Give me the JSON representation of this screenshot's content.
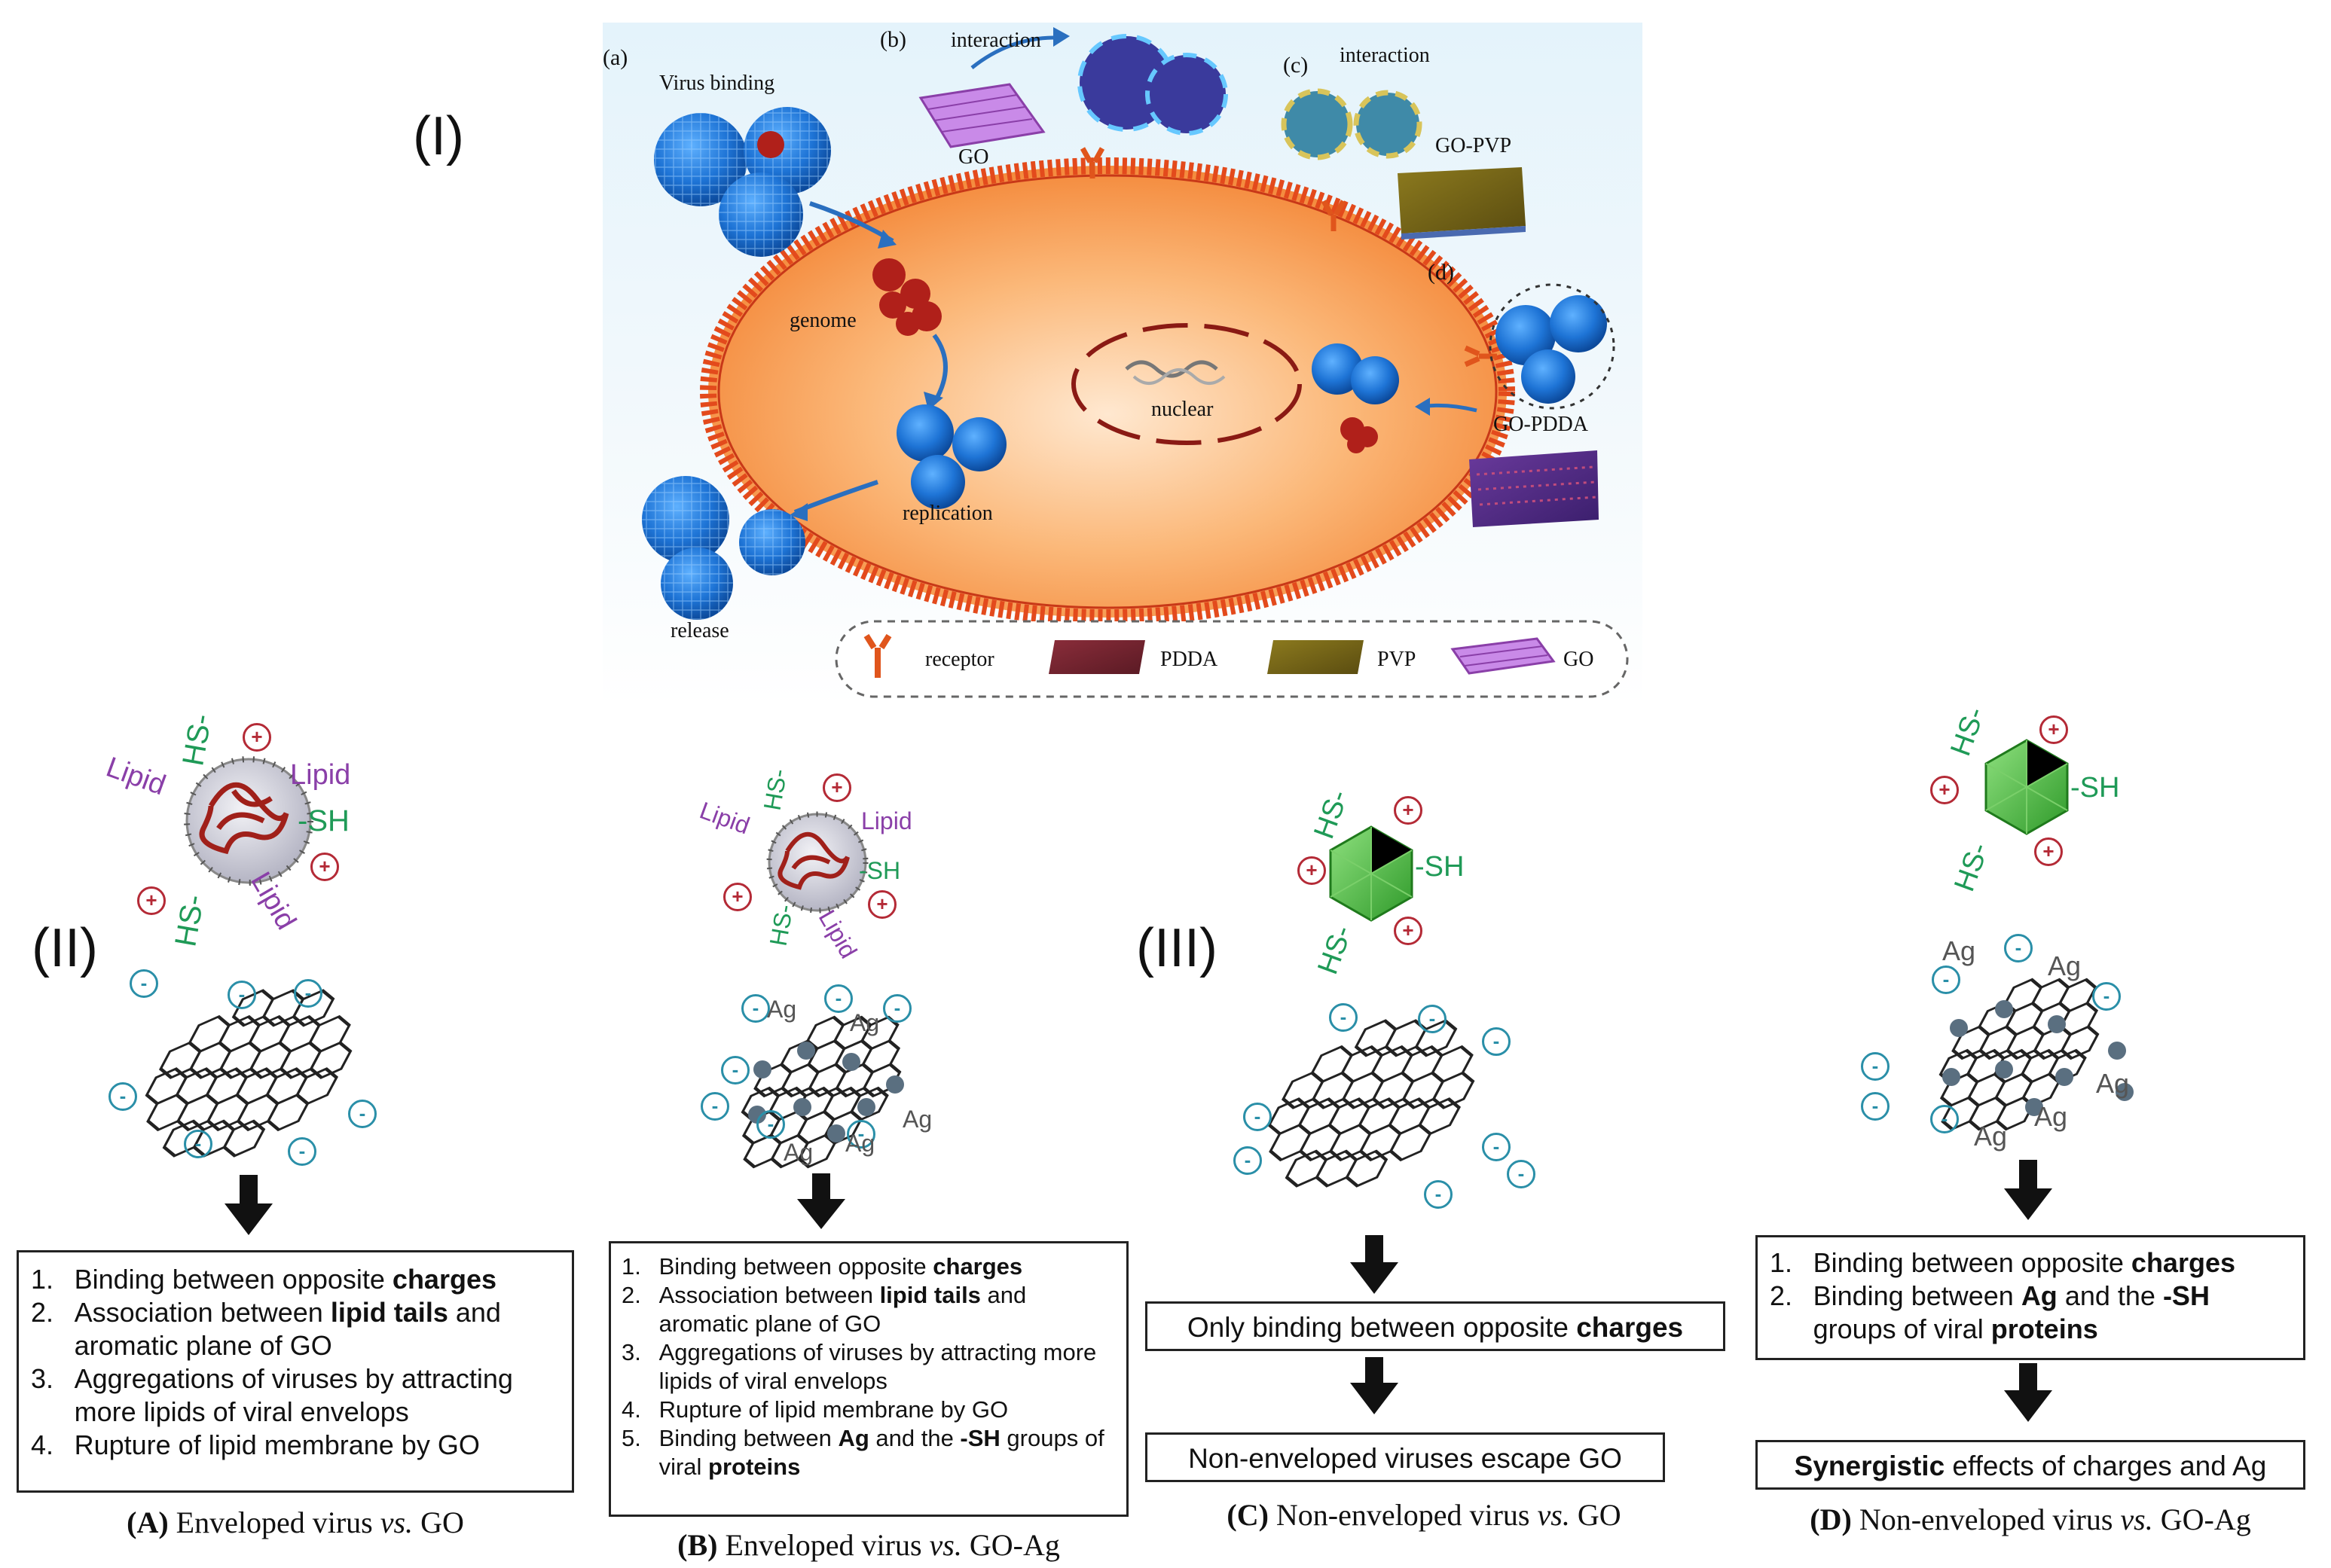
{
  "colors": {
    "cell_fill": "#f9a45a",
    "membrane": "#e34a1c",
    "virus_blue": "#1e74d6",
    "genome_red": "#b0201a",
    "charge_blue": "#2a8fa8",
    "charge_red": "#b42a36",
    "thiol_green": "#1f9a57",
    "lipid_purple": "#8a3fa8",
    "ag_gray": "#5a6f80",
    "nonenveloped_green": "#49b23c"
  },
  "section_labels": {
    "one": "(I)",
    "two": "(II)",
    "three": "(III)"
  },
  "top_panel": {
    "sub_labels": {
      "a": "(a)",
      "b": "(b)",
      "c": "(c)",
      "d": "(d)"
    },
    "virus_binding": "Virus binding",
    "interaction_b": "interaction",
    "interaction_c": "interaction",
    "go": "GO",
    "go_pvp": "GO-PVP",
    "go_pdda": "GO-PDDA",
    "genome": "genome",
    "nuclear": "nuclear",
    "replication": "replication",
    "release": "release",
    "legend": {
      "receptor": "receptor",
      "pdda": "PDDA",
      "pvp": "PVP",
      "go": "GO"
    }
  },
  "virus_labels": {
    "lipid": "Lipid",
    "sh": "-SH",
    "sh_rev": "HS-",
    "ag": "Ag",
    "minus": "-",
    "plus": "+"
  },
  "panel_A": {
    "items": [
      {
        "n": "1.",
        "pre": "Binding between opposite ",
        "bold": "charges",
        "post": ""
      },
      {
        "n": "2.",
        "pre": "Association between ",
        "bold": "lipid tails",
        "post": " and aromatic plane of GO"
      },
      {
        "n": "3.",
        "pre": "Aggregations of viruses by attracting more lipids of viral envelops",
        "bold": "",
        "post": ""
      },
      {
        "n": "4.",
        "pre": "Rupture of lipid membrane by GO",
        "bold": "",
        "post": ""
      }
    ],
    "caption_letter": "(A)",
    "caption_pre": " Enveloped virus ",
    "caption_vs": "vs.",
    "caption_post": " GO"
  },
  "panel_B": {
    "items": [
      {
        "n": "1.",
        "pre": "Binding between opposite ",
        "bold": "charges",
        "post": ""
      },
      {
        "n": "2.",
        "pre": "Association between ",
        "bold": "lipid tails",
        "post": " and aromatic plane of GO"
      },
      {
        "n": "3.",
        "pre": "Aggregations of viruses by attracting more lipids of viral envelops",
        "bold": "",
        "post": ""
      },
      {
        "n": "4.",
        "pre": "Rupture of lipid membrane by GO",
        "bold": "",
        "post": ""
      },
      {
        "n": "5.",
        "pre": "Binding between ",
        "bold": "Ag",
        "post": " and the ",
        "bold2": "-SH",
        "post2": " groups of viral ",
        "bold3": "proteins"
      }
    ],
    "caption_letter": "(B)",
    "caption_pre": " Enveloped virus ",
    "caption_vs": "vs.",
    "caption_post": " GO-Ag"
  },
  "panel_C": {
    "box1_pre": "Only binding between opposite ",
    "box1_bold": "charges",
    "box2": "Non-enveloped viruses escape GO",
    "caption_letter": "(C)",
    "caption_pre": " Non-enveloped virus ",
    "caption_vs": "vs.",
    "caption_post": " GO"
  },
  "panel_D": {
    "items": [
      {
        "n": "1.",
        "pre": "Binding between opposite ",
        "bold": "charges",
        "post": ""
      },
      {
        "n": "2.",
        "pre": "Binding between ",
        "bold": "Ag",
        "post": " and the ",
        "bold2": "-SH",
        "post2": " groups of viral ",
        "bold3": "proteins"
      }
    ],
    "box2_bold": "Synergistic",
    "box2_post": " effects of charges and Ag",
    "caption_letter": "(D)",
    "caption_pre": " Non-enveloped virus ",
    "caption_vs": "vs.",
    "caption_post": " GO-Ag"
  }
}
